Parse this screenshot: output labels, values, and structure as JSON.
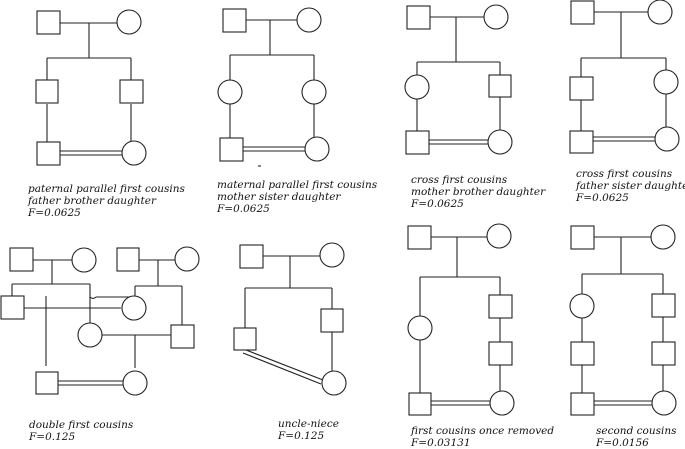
{
  "pedigrees": [
    {
      "id": "paternal-parallel",
      "lines": [
        "paternal  parallel first cousins",
        "father brother daughter",
        "F=0.0625"
      ]
    },
    {
      "id": "maternal-parallel",
      "lines": [
        "maternal parallel first cousins",
        "mother sister daughter",
        "F=0.0625"
      ]
    },
    {
      "id": "cross-mother-brother",
      "lines": [
        "cross first cousins",
        "mother brother daughter",
        "F=0.0625"
      ]
    },
    {
      "id": "cross-father-sister",
      "lines": [
        "cross first cousins",
        "father sister daughter",
        "F=0.0625"
      ]
    },
    {
      "id": "double-first",
      "lines": [
        "double first cousins",
        "F=0.125"
      ]
    },
    {
      "id": "uncle-niece",
      "lines": [
        "uncle-niece",
        "F=0.125"
      ]
    },
    {
      "id": "once-removed",
      "lines": [
        "first cousins once removed",
        "F=0.03131"
      ]
    },
    {
      "id": "second-cousins",
      "lines": [
        "second cousins",
        "F=0.0156"
      ]
    }
  ],
  "symbols": {
    "male": "square",
    "female": "circle",
    "consanguineous_union": "double-line"
  }
}
